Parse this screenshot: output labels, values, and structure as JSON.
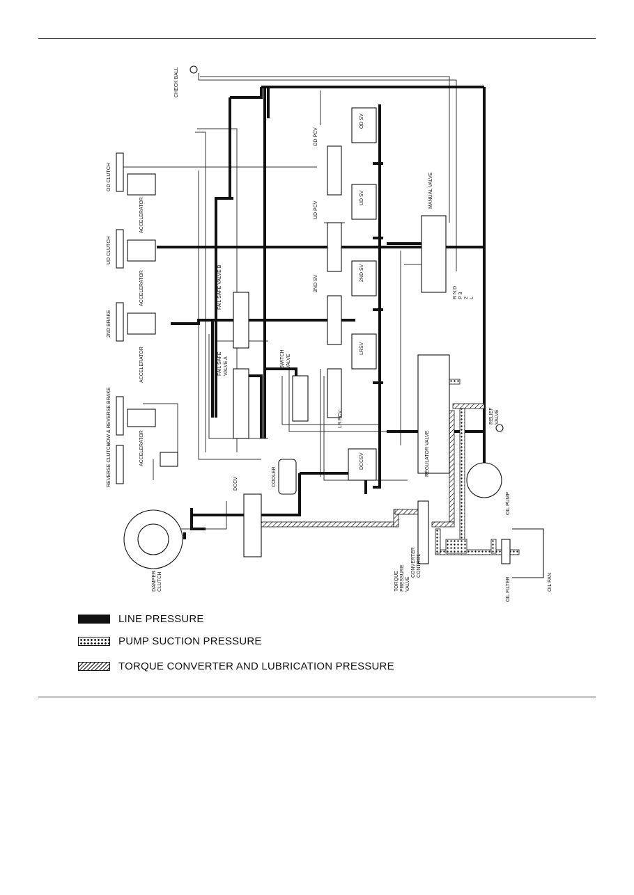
{
  "diagram": {
    "labels": {
      "check_ball": "CHECK BALL",
      "od_clutch": "OD CLUTCH",
      "ud_clutch": "UD CLUTCH",
      "second_brake": "2ND BRAKE",
      "low_reverse_brake": "LOW & REVERSE BRAKE",
      "reverse_clutch": "REVERSE CLUTCH",
      "accelerator": "ACCELERATOR",
      "fail_safe_valve_b": "FAIL SAFE VALVE B",
      "fail_safe_valve_a_1": "FAIL SAFE",
      "fail_safe_valve_a_2": "VALVE A",
      "switch_valve_1": "SWITCH",
      "switch_valve_2": "VALVE",
      "od_pcv": "OD PCV",
      "od_sv": "OD SV",
      "ud_pcv": "UD PCV",
      "ud_sv": "UD SV",
      "second_sv_a": "2ND SV",
      "second_sv_b": "2ND SV",
      "lr_sv": "LRSV",
      "lr_pcv": "LR PCV",
      "dccsv": "DCCSV",
      "dccv": "DCCV",
      "cooler": "COOLER",
      "manual_valve": "MANUAL VALVE",
      "regulator_valve": "REGULATOR VALVE",
      "relief_valve_1": "RELIEF",
      "relief_valve_2": "VALVE",
      "oil_pump": "OIL PUMP",
      "oil_pan": "OIL PAN",
      "oil_filter": "OIL FILTER",
      "torque_pressure_1": "TORQUE",
      "torque_pressure_2": "PRESSURE",
      "torque_pressure_3": "VALVE",
      "converter_control_1": "CONVERTER",
      "converter_control_2": "CONTROL",
      "damper_clutch_1": "DAMPER",
      "damper_clutch_2": "CLUTCH",
      "gear_rnd": "R N D",
      "gear_p3": "P 3",
      "gear_2": "2",
      "gear_l": "L"
    }
  },
  "legend": {
    "items": [
      {
        "label": "LINE PRESSURE"
      },
      {
        "label": "PUMP SUCTION PRESSURE"
      },
      {
        "label": "TORQUE CONVERTER AND LUBRICATION PRESSURE"
      }
    ]
  },
  "colors": {
    "line": "#111111",
    "background": "#ffffff"
  }
}
